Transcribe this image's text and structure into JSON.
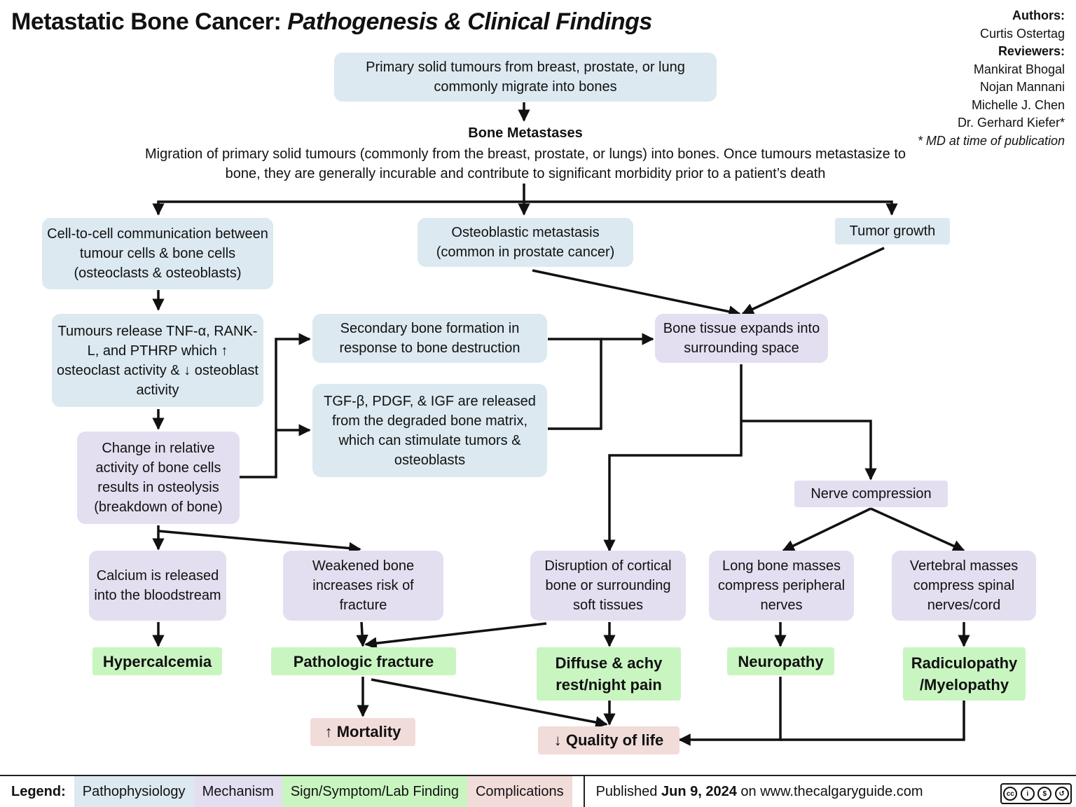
{
  "title": {
    "main": "Metastatic Bone Cancer:",
    "sub": "Pathogenesis & Clinical Findings"
  },
  "authors": {
    "authors_label": "Authors:",
    "authors": [
      "Curtis Ostertag"
    ],
    "reviewers_label": "Reviewers:",
    "reviewers": [
      "Mankirat Bhogal",
      "Nojan Mannani",
      "Michelle J. Chen",
      "Dr. Gerhard Kiefer*"
    ],
    "note": "* MD at time of publication"
  },
  "nodes": {
    "primary": "Primary solid tumours from breast, prostate, or lung commonly migrate into bones",
    "bone_metastases_title": "Bone Metastases",
    "bone_metastases_desc": "Migration of primary solid tumours (commonly from the breast, prostate, or lungs) into bones. Once tumours metastasize to bone, they are generally incurable and contribute to significant morbidity prior to a patient’s death",
    "cell_comm": "Cell-to-cell communication between tumour cells & bone cells (osteoclasts & osteoblasts)",
    "osteoblastic": "Osteoblastic metastasis (common in prostate cancer)",
    "tumor_growth": "Tumor growth",
    "tumours_release": "Tumours release TNF-α, RANK-L, and PTHRP which ↑ osteoclast activity & ↓ osteoblast activity",
    "secondary_bone": "Secondary bone formation in response to bone destruction",
    "tgf": "TGF-β, PDGF, & IGF are released from the degraded bone matrix, which can stimulate tumors & osteoblasts",
    "bone_expands": "Bone tissue expands into surrounding space",
    "change_activity": "Change in relative activity of bone cells results in osteolysis (breakdown of bone)",
    "nerve_compression": "Nerve compression",
    "calcium": "Calcium is released into the bloodstream",
    "weakened": "Weakened bone increases risk of fracture",
    "disruption": "Disruption of cortical bone or surrounding soft tissues",
    "long_bone": "Long bone masses compress peripheral nerves",
    "vertebral": "Vertebral masses compress spinal nerves/cord",
    "hypercalcemia": "Hypercalcemia",
    "pathologic_fracture": "Pathologic fracture",
    "diffuse_pain": "Diffuse & achy rest/night pain",
    "neuropathy": "Neuropathy",
    "radiculopathy": "Radiculopathy /Myelopathy",
    "mortality": "↑ Mortality",
    "quality_of_life": "↓ Quality of life"
  },
  "legend": {
    "label": "Legend:",
    "items": [
      "Pathophysiology",
      "Mechanism",
      "Sign/Symptom/Lab Finding",
      "Complications"
    ],
    "colors": {
      "pathophysiology": "#dce9f0",
      "mechanism": "#e3dff0",
      "sign": "#c9f5c1",
      "complications": "#f1dcda"
    }
  },
  "footer": {
    "published_prefix": "Published ",
    "published_date": "Jun 9, 2024",
    "published_suffix": " on www.thecalgaryguide.com",
    "license": "cc BY NC SA"
  }
}
